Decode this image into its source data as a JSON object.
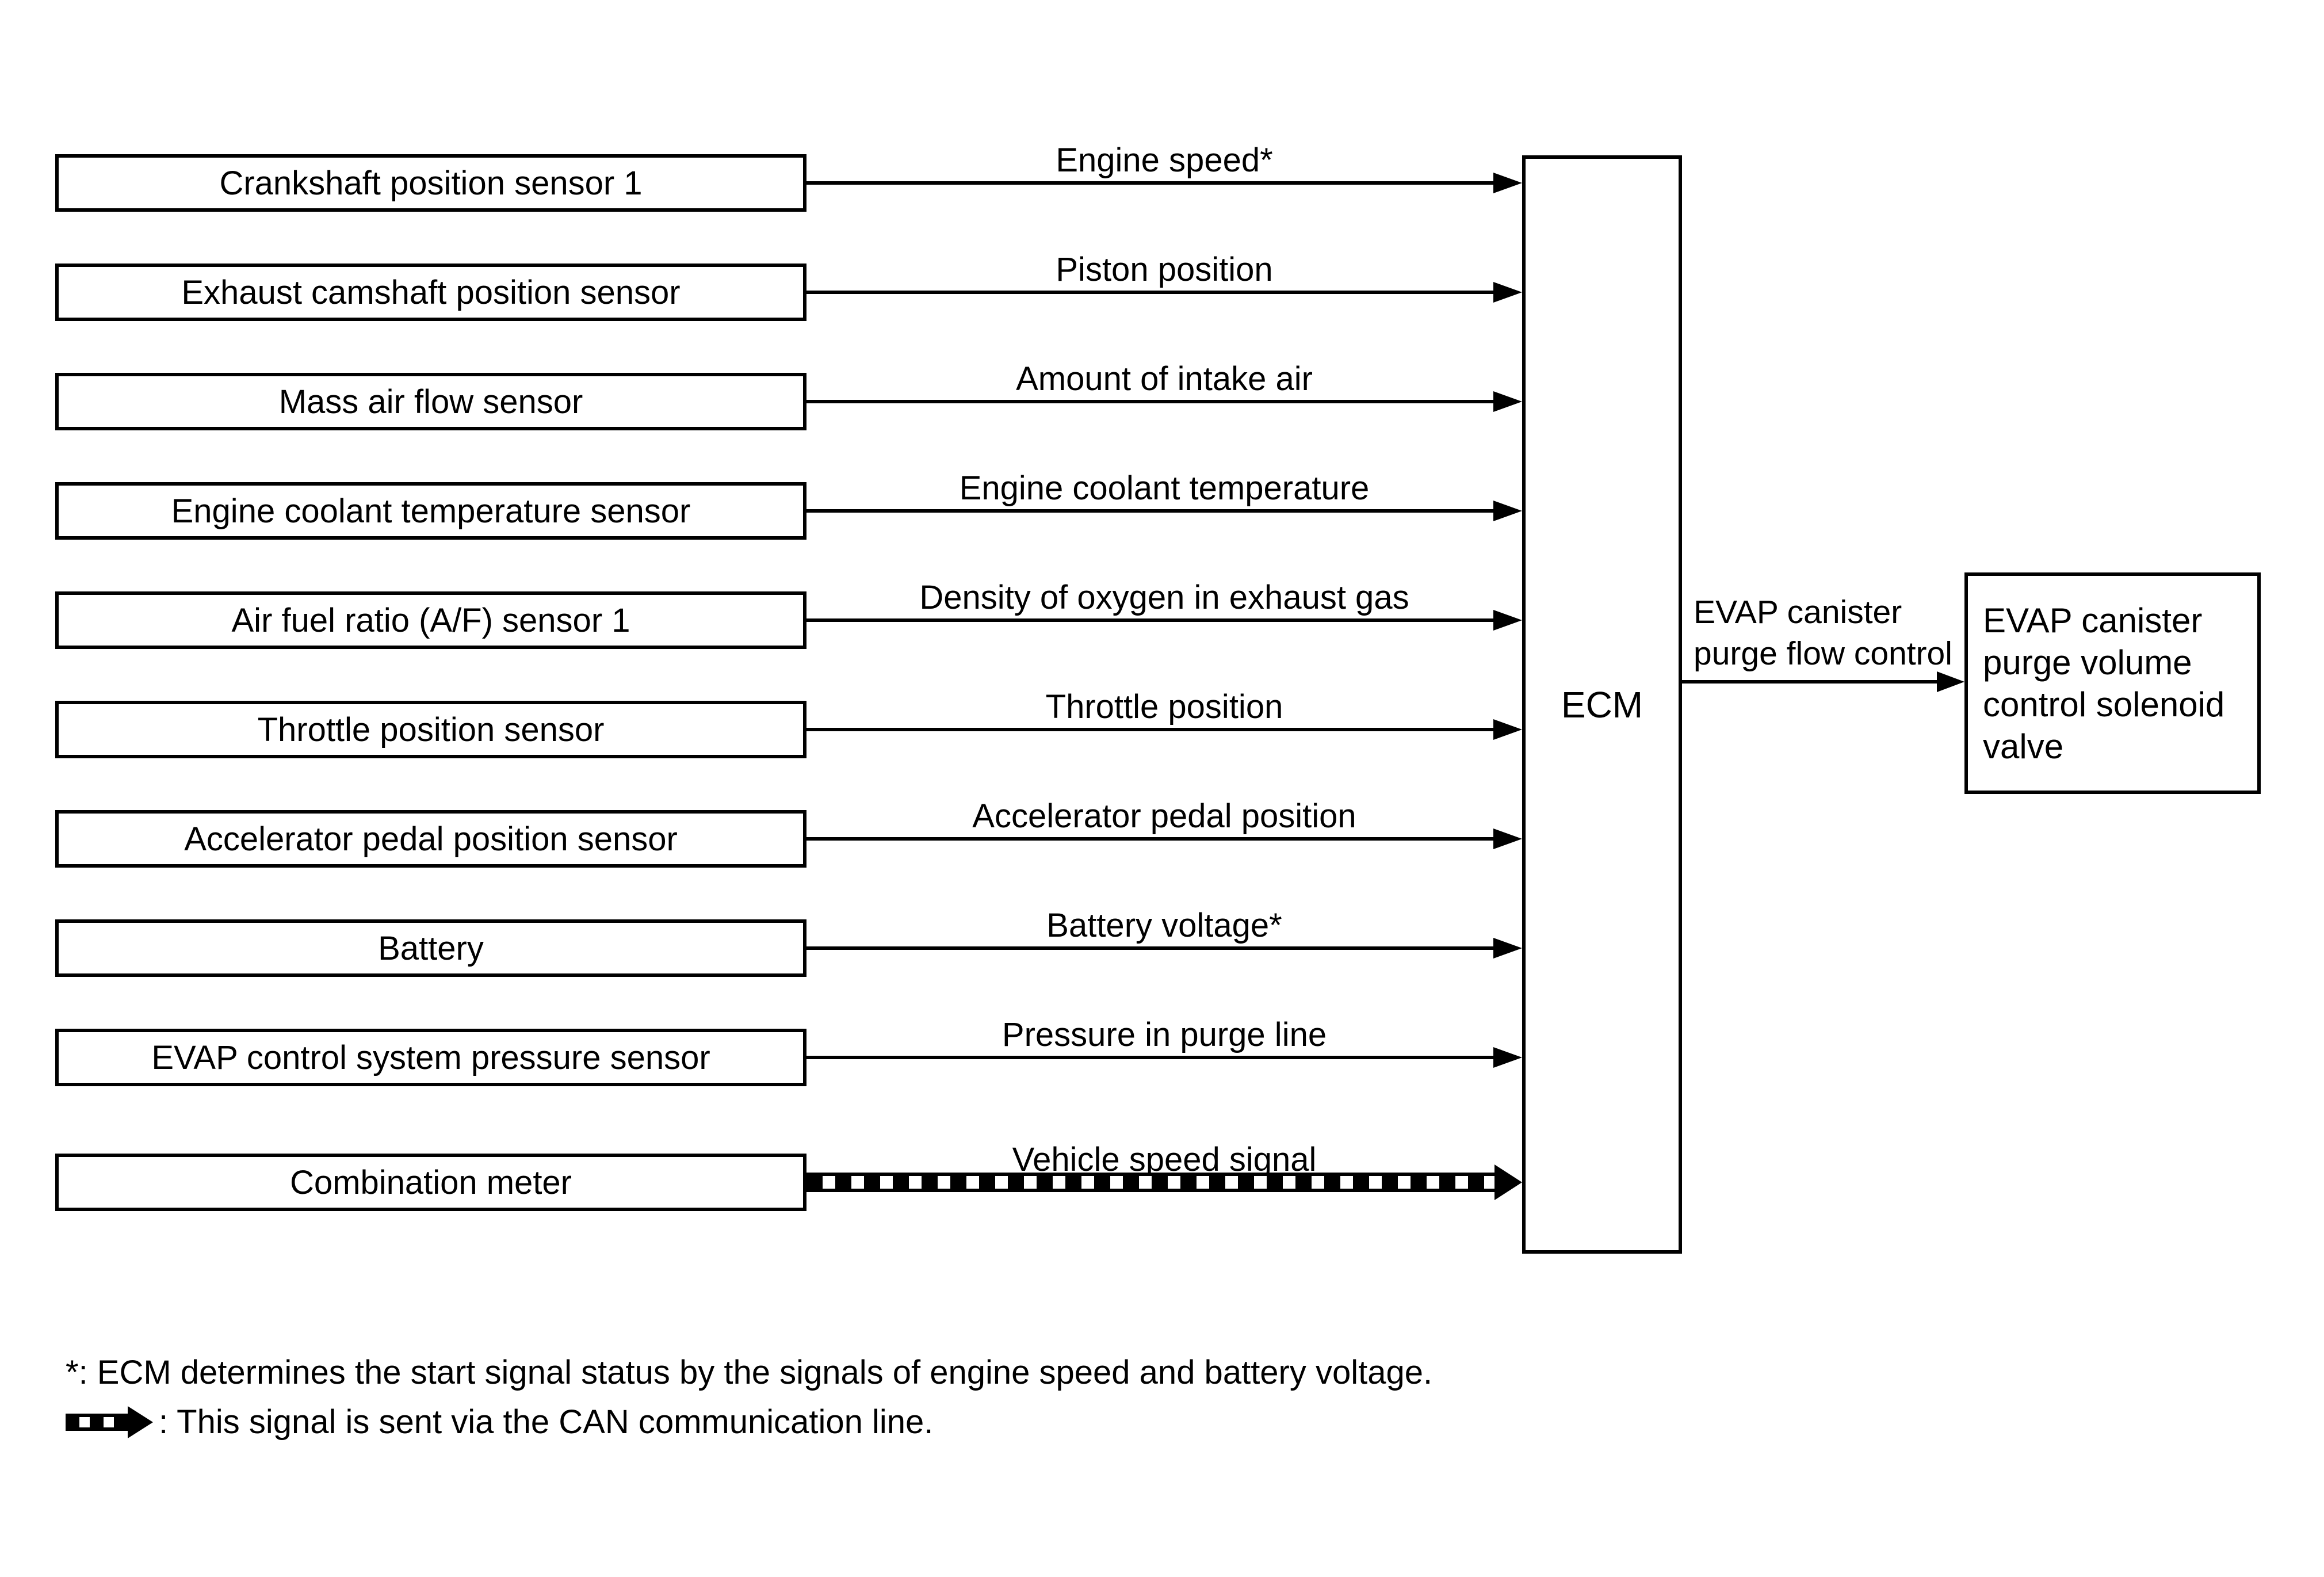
{
  "colors": {
    "background": "#ffffff",
    "line": "#000000"
  },
  "rows": [
    {
      "source": "Crankshaft position sensor 1",
      "signal": "Engine speed*",
      "via_can": false
    },
    {
      "source": "Exhaust camshaft position sensor",
      "signal": "Piston position",
      "via_can": false
    },
    {
      "source": "Mass air flow sensor",
      "signal": "Amount of intake air",
      "via_can": false
    },
    {
      "source": "Engine coolant temperature sensor",
      "signal": "Engine coolant temperature",
      "via_can": false
    },
    {
      "source": "Air fuel ratio (A/F) sensor 1",
      "signal": "Density of oxygen in exhaust gas",
      "via_can": false
    },
    {
      "source": "Throttle position sensor",
      "signal": "Throttle position",
      "via_can": false
    },
    {
      "source": "Accelerator pedal position sensor",
      "signal": "Accelerator pedal position",
      "via_can": false
    },
    {
      "source": "Battery",
      "signal": "Battery voltage*",
      "via_can": false
    },
    {
      "source": "EVAP control system pressure sensor",
      "signal": "Pressure in purge line",
      "via_can": false
    },
    {
      "source": "Combination meter",
      "signal": "Vehicle speed signal",
      "via_can": true
    }
  ],
  "ecm": {
    "label": "ECM"
  },
  "output": {
    "signal": "EVAP canister\npurge flow control",
    "actuator": "EVAP canister\npurge volume\ncontrol solenoid\nvalve"
  },
  "footnotes": {
    "asterisk": "*: ECM determines the start signal status by the signals of engine speed and battery voltage.",
    "can": ": This signal is sent via the CAN communication line."
  }
}
